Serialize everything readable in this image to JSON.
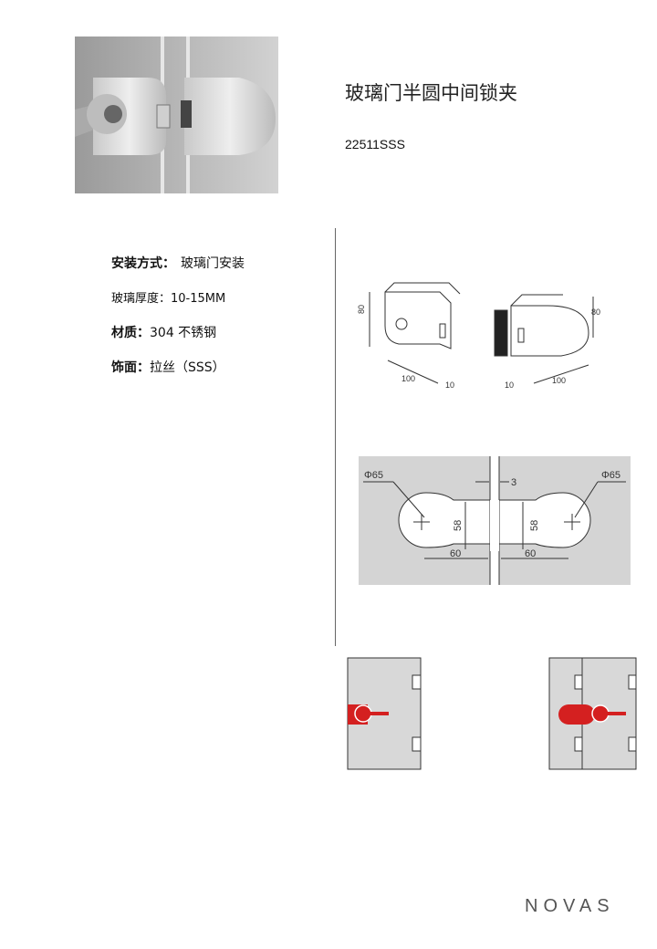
{
  "product": {
    "title": "玻璃门半圆中间锁夹",
    "code": "22511SSS"
  },
  "specs": [
    {
      "label": "安装方式：",
      "value": "玻璃门安装"
    },
    {
      "label": "玻璃厚度：",
      "value": "10-15MM"
    },
    {
      "label": "材质：",
      "value": "304 不锈钢"
    },
    {
      "label": "饰面：",
      "value": "拉丝（SSS）"
    }
  ],
  "iso_dims": {
    "height": "80",
    "width": "100",
    "depth": "10"
  },
  "cutout_dims": {
    "diameter": "Φ65",
    "gap": "3",
    "height": "58",
    "offset": "60"
  },
  "colors": {
    "handle": "#d42020",
    "panel": "#d8d8d8",
    "cutout_bg": "#d4d4d4"
  },
  "brand": {
    "logo": "NOVAS"
  }
}
